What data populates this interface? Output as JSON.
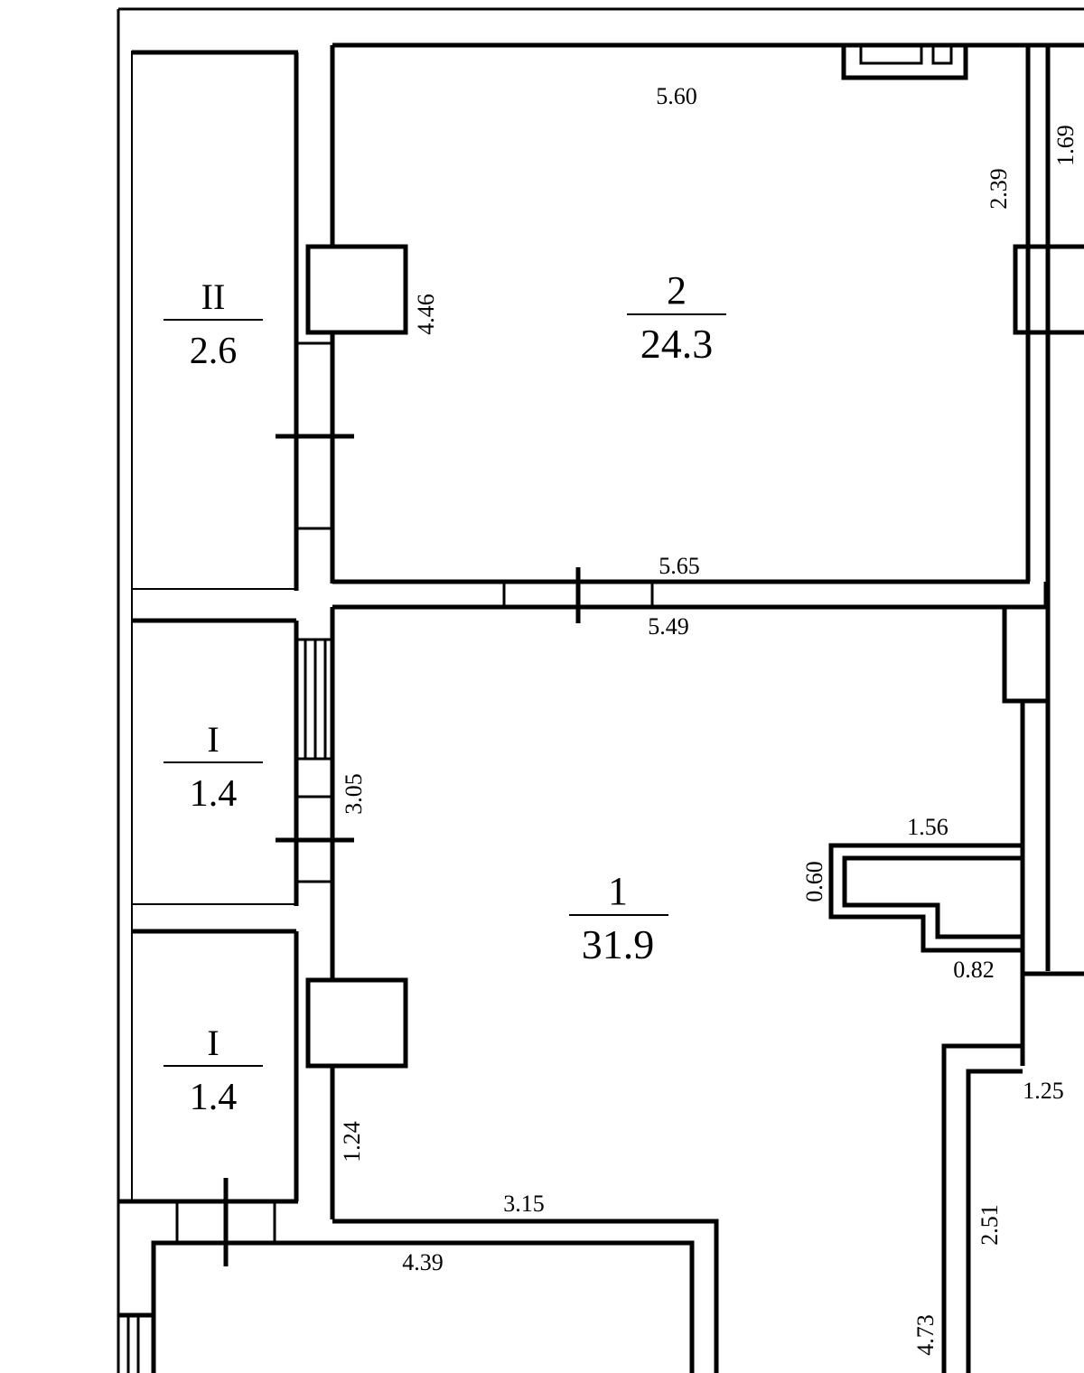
{
  "rooms": [
    {
      "id": "2",
      "area": "24.3"
    },
    {
      "id": "1",
      "area": "31.9"
    }
  ],
  "balconies": [
    {
      "id": "II",
      "area": "2.6"
    },
    {
      "id": "I",
      "area": "1.4"
    },
    {
      "id": "I",
      "area": "1.4"
    }
  ],
  "dimensions": {
    "room2_top": "5.60",
    "room2_bottom": "5.65",
    "room2_left": "4.46",
    "room2_right": "2.39",
    "corridor_right": "1.69",
    "room1_top": "5.49",
    "room1_left_upper": "3.05",
    "room1_left_lower": "1.24",
    "niche_top": "1.56",
    "niche_height": "0.60",
    "niche_step": "0.82",
    "right_small": "1.25",
    "right_height": "2.51",
    "right_long": "4.73",
    "lower_room_top": "3.15",
    "lower_room_bottom": "4.39"
  }
}
